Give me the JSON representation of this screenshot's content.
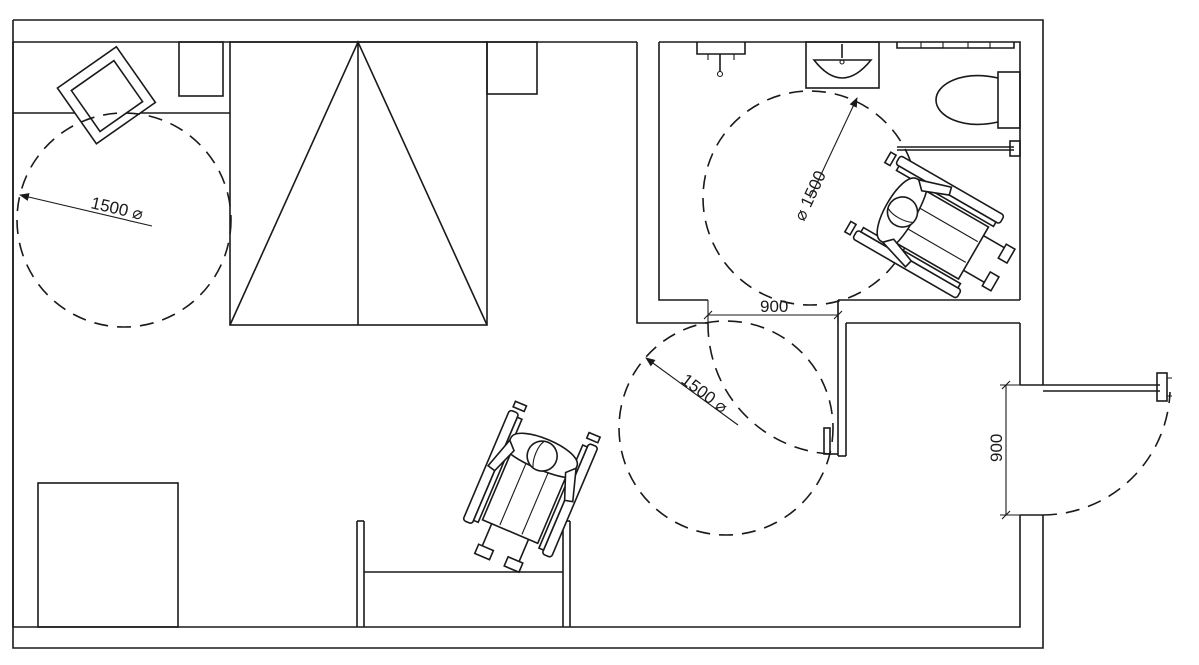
{
  "labels": {
    "turning_circle_bedroom": "1500 ⌀",
    "turning_circle_bathroom": "⌀ 1500",
    "turning_circle_hall": "1500 ⌀",
    "bathroom_door_width": "900",
    "entrance_door_width": "900"
  }
}
